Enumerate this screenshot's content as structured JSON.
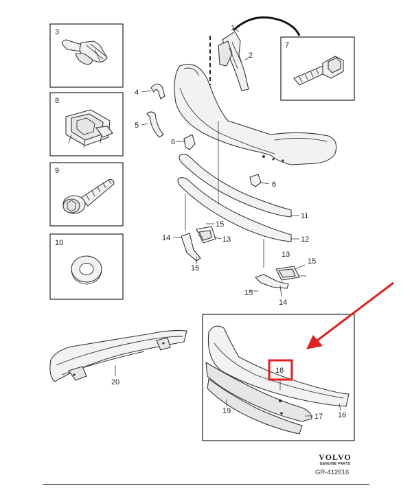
{
  "callouts": {
    "c1": "1",
    "c2": "2",
    "c3": "3",
    "c4": "4",
    "c5": "5",
    "c6a": "6",
    "c6b": "6",
    "c7": "7",
    "c8": "8",
    "c9": "9",
    "c10": "10",
    "c11": "11",
    "c12": "12",
    "c13a": "13",
    "c13b": "13",
    "c14a": "14",
    "c14b": "14",
    "c15a": "15",
    "c15b": "15",
    "c15c": "15",
    "c15d": "15",
    "c16": "16",
    "c17": "17",
    "c18": "18",
    "c19": "19",
    "c20": "20"
  },
  "brand": {
    "name": "VOLVO",
    "tagline": "GENUINE PARTS"
  },
  "reference": "GR-412616",
  "colors": {
    "highlight": "#e0211f",
    "arrow": "#e0211f",
    "lines": "#333333"
  }
}
